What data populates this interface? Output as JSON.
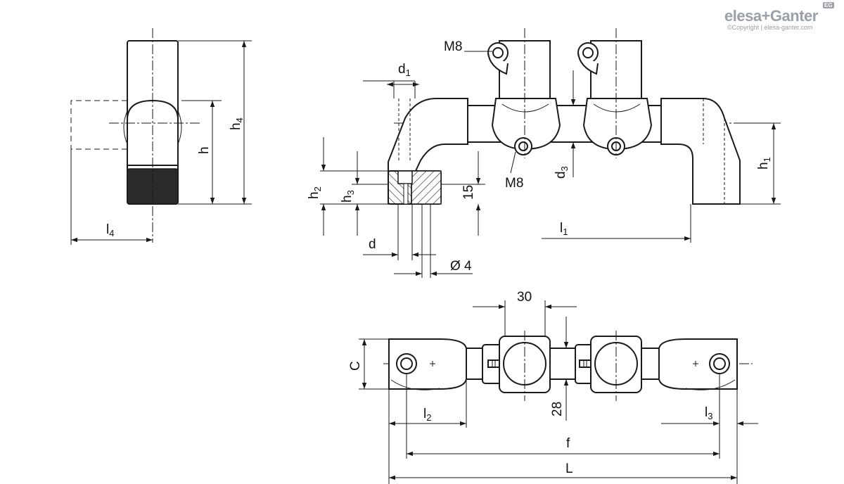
{
  "brand": {
    "name": "elesa+Ganter",
    "badge": "EG",
    "copyright": "©Copyright | elesa-ganter.com"
  },
  "labels": {
    "h": "h",
    "h4_main": "h",
    "h4_sub": "4",
    "l4_main": "l",
    "l4_sub": "4",
    "d1_main": "d",
    "d1_sub": "1",
    "m8_top": "M8",
    "m8_bottom": "M8",
    "d3_main": "d",
    "d3_sub": "3",
    "h1_main": "h",
    "h1_sub": "1",
    "h2_main": "h",
    "h2_sub": "2",
    "h3_main": "h",
    "h3_sub": "3",
    "dim_15": "15",
    "d": "d",
    "dia4": "Ø 4",
    "l1_main": "l",
    "l1_sub": "1",
    "dim_30": "30",
    "C": "C",
    "dim_28": "28",
    "l2_main": "l",
    "l2_sub": "2",
    "l3_main": "l",
    "l3_sub": "3",
    "f": "f",
    "L": "L"
  }
}
